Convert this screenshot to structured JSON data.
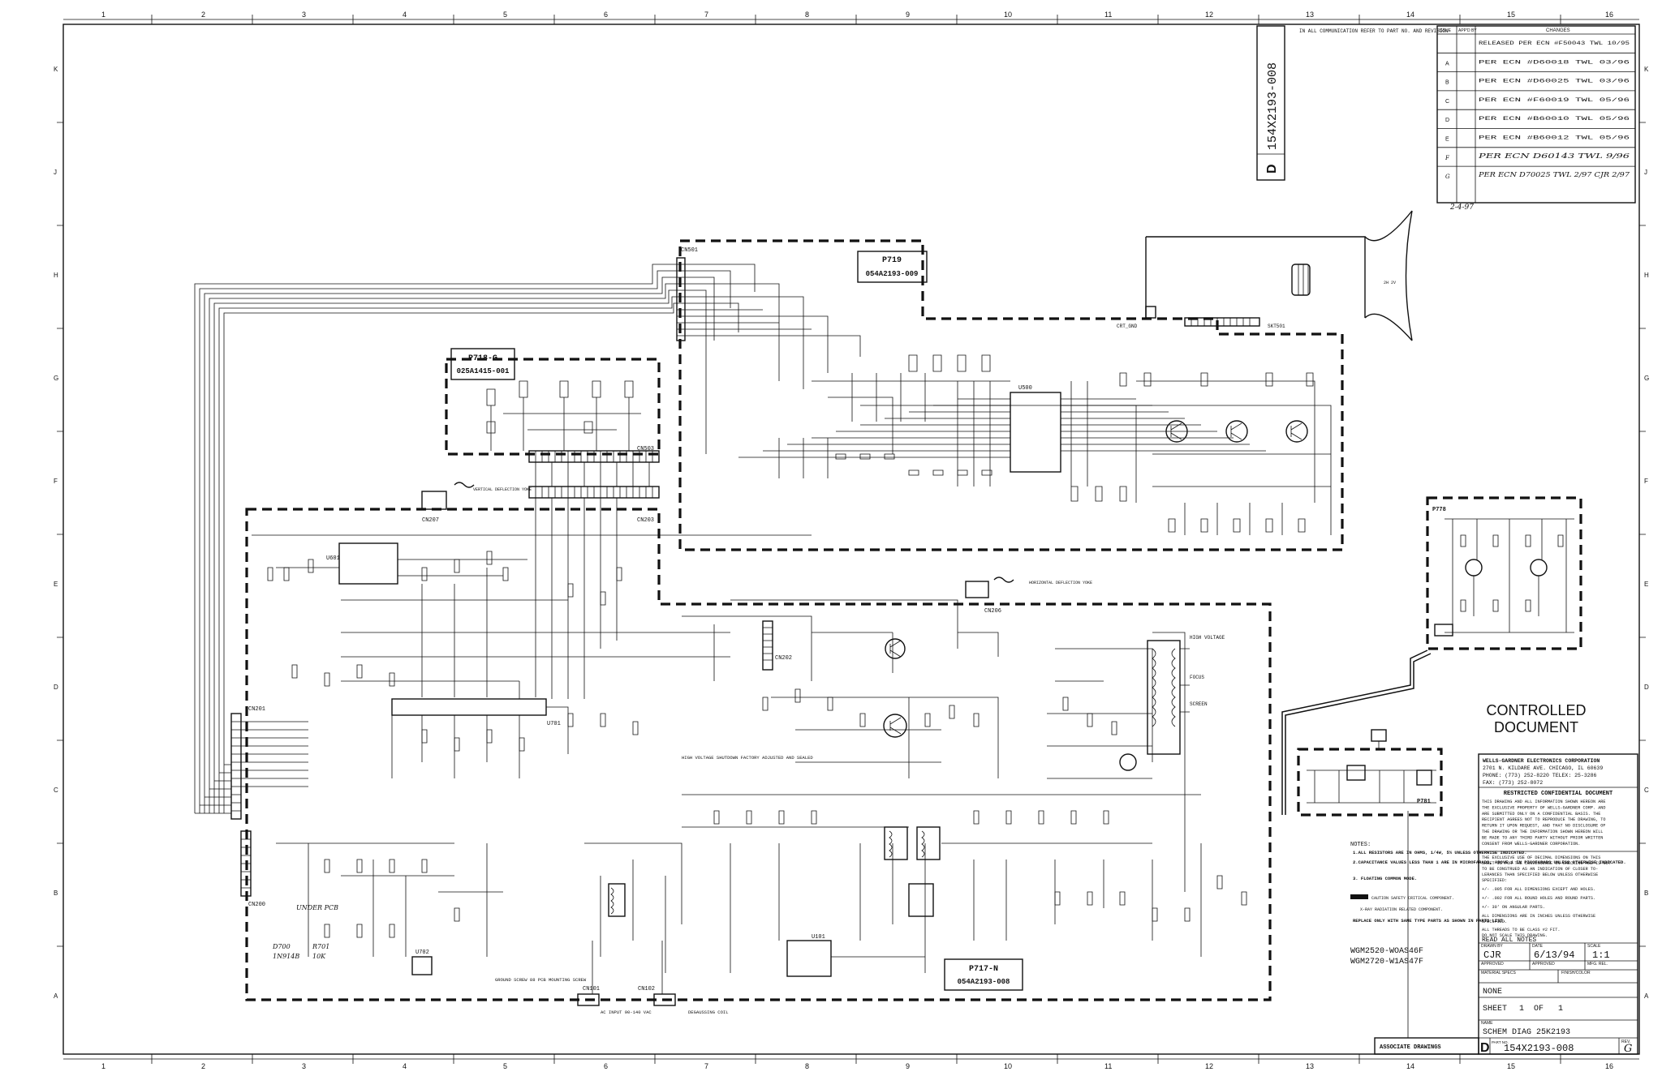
{
  "border": {
    "columns": [
      "1",
      "2",
      "3",
      "4",
      "5",
      "6",
      "7",
      "8",
      "9",
      "10",
      "11",
      "12",
      "13",
      "14",
      "15",
      "16"
    ],
    "rows": [
      "K",
      "J",
      "H",
      "G",
      "F",
      "E",
      "D",
      "C",
      "B",
      "A"
    ]
  },
  "part_number_vertical": "154X2193-008",
  "part_size_code": "D",
  "communication_note": "IN ALL COMMUNICATION REFER TO PART NO. AND REVISION",
  "changes": {
    "headers": [
      "ISSUE",
      "APP'D BY",
      "CHANGES"
    ],
    "rows": [
      {
        "issue": "",
        "appd": "",
        "change": "RELEASED PER ECN #F50043 TWL 10/95"
      },
      {
        "issue": "A",
        "appd": "",
        "change": "PER ECN #D60018 TWL 03/96"
      },
      {
        "issue": "B",
        "appd": "",
        "change": "PER ECN #D60025 TWL 03/96"
      },
      {
        "issue": "C",
        "appd": "",
        "change": "PER ECN #F60019 TWL 05/96"
      },
      {
        "issue": "D",
        "appd": "",
        "change": "PER ECN #B60010 TWL 05/96"
      },
      {
        "issue": "E",
        "appd": "",
        "change": "PER ECN #B60012 TWL 05/96"
      },
      {
        "issue": "F",
        "appd": "",
        "change": "PER ECN D60143 TWL 9/96"
      },
      {
        "issue": "G",
        "appd": "",
        "change": "PER ECN D70025 TWL 2/97 CJR 2/97"
      }
    ],
    "signoff": "2-4-97"
  },
  "modules": [
    {
      "id": "p719",
      "label": "P719",
      "part": "054A2193-009"
    },
    {
      "id": "p718",
      "label": "P718-G",
      "part": "025A1415-001"
    },
    {
      "id": "p717",
      "label": "P717-N",
      "part": "054A2193-008"
    },
    {
      "id": "p778",
      "label": "P778",
      "part": ""
    },
    {
      "id": "p781",
      "label": "P781",
      "part": ""
    }
  ],
  "connectors": {
    "cn501": "CN501",
    "cn503": "CN503",
    "cn203": "CN203",
    "cn207": "CN207",
    "cn206": "CN206",
    "cn202": "CN202",
    "cn201": "CN201",
    "cn200": "CN200",
    "cn101": "CN101",
    "cn102": "CN102",
    "skt501": "SKT501"
  },
  "ics": {
    "u500": "U500",
    "u601": "U601",
    "u701": "U701",
    "u702": "U702",
    "u101": "U101"
  },
  "yokes": {
    "vertical": "VERTICAL DEFLECTION YOKE",
    "horizontal": "HORIZONTAL DEFLECTION YOKE"
  },
  "hv_labels": {
    "high_voltage": "HIGH VOLTAGE",
    "focus": "FOCUS",
    "screen": "SCREEN"
  },
  "crt_note": "CRT_GND",
  "shutdown_note": "HIGH VOLTAGE SHUTDOWN FACTORY ADJUSTED AND SEALED",
  "ac_input": "AC INPUT 90-140 VAC",
  "degauss": "DEGAUSSING COIL",
  "ground_note": "GROUND SCREW 88 PCB MOUNTING SCREW",
  "diode_note": {
    "line1": "D700",
    "line2": "1N914B",
    "line3": "R701",
    "line4": "10K",
    "line5": "UNDER PCB"
  },
  "notes": {
    "title": "NOTES:",
    "items": [
      "1.ALL RESISTORS ARE IN OHMS, 1/4W, 5% UNLESS OTHERWISE INDICATED.",
      "2.CAPACITANCE VALUES LESS THAN 1 ARE IN MICROFARADS, ABOVE 1 IN PICOFARADS UNLESS OTHERWISE INDICATED.",
      "3. FLOATING COMMON MODE."
    ],
    "caution": "CAUTION SAFETY CRITICAL COMPONENT.",
    "xray": "X-RAY RADIATION RELATED COMPONENT.",
    "replace": "REPLACE ONLY WITH SAME TYPE PARTS AS SHOWN IN PARTS LIST."
  },
  "models": [
    "WGM2520-WOAS46F",
    "WGM2720-W1AS47F"
  ],
  "controlled": {
    "line1": "CONTROLLED",
    "line2": "DOCUMENT"
  },
  "company": {
    "name": "WELLS-GARDNER ELECTRONICS CORPORATION",
    "address": "2701 N. KILDARE AVE. CHICAGO, IL 60639",
    "phone": "PHONE: (773) 252-8220   TELEX: 25-3286",
    "fax": "FAX: (773) 252-8072"
  },
  "confidential": {
    "title": "RESTRICTED CONFIDENTIAL DOCUMENT",
    "lines": [
      "THIS DRAWING AND ALL INFORMATION SHOWN HEREON ARE",
      "THE EXCLUSIVE PROPERTY OF WELLS-GARDNER CORP. AND",
      "ARE SUBMITTED ONLY ON A CONFIDENTIAL BASIS. THE",
      "RECIPIENT AGREES NOT TO REPRODUCE THE DRAWING, TO",
      "RETURN IT UPON REQUEST, AND THAT NO DISCLOSURE OF",
      "THE DRAWING OR THE INFORMATION SHOWN HEREON WILL",
      "BE MADE TO ANY THIRD PARTY WITHOUT PRIOR WRITTEN",
      "CONSENT FROM WELLS-GARDNER CORPORATION."
    ]
  },
  "tolerance": {
    "lines": [
      "THE EXCLUSIVE USE OF DECIMAL DIMENSIONS ON THIS",
      "SHEET IS FOR THE CONVENIENCE IN CHECKING AND IS NOT",
      "TO BE CONSTRUED AS AN INDICATION OF CLOSER TO-",
      "LERANCES THAN SPECIFIED BELOW UNLESS OTHERWISE",
      "SPECIFIED:",
      "+/- .005 FOR ALL DIMENSIONS EXCEPT AND HOLES.",
      "+/- .002 FOR ALL ROUND HOLES AND ROUND PARTS.",
      "+/- 30' ON ANGULAR PARTS.",
      "ALL DIMENSIONS ARE IN INCHES UNLESS OTHERWISE",
      "SPECIFIED.",
      "ALL THREADS TO BE CLASS #2 FIT.",
      "DO NOT SCALE THIS DRAWING.",
      "READ ALL NOTES"
    ]
  },
  "title_block": {
    "drawn_by_label": "DRAWN BY",
    "drawn_by": "CJR",
    "date_label": "DATE",
    "date": "6/13/94",
    "scale_label": "SCALE",
    "scale": "1:1",
    "approved_label": "APPROVED",
    "approved2_label": "APPROVED",
    "mfg_label": "MFG. REL.",
    "material_label": "MATERIAL SPECS",
    "finish_label": "FINISH/COLOR",
    "material": "NONE",
    "sheet_label": "SHEET",
    "sheet_num": "1",
    "of_label": "OF",
    "sheet_total": "1",
    "name_label": "NAME",
    "name": "SCHEM DIAG 25K2193",
    "size": "D",
    "part_label": "PART NO.",
    "part_no": "154X2193-008",
    "rev_label": "REV.",
    "rev": "G"
  },
  "associate": "ASSOCIATE DRAWINGS"
}
